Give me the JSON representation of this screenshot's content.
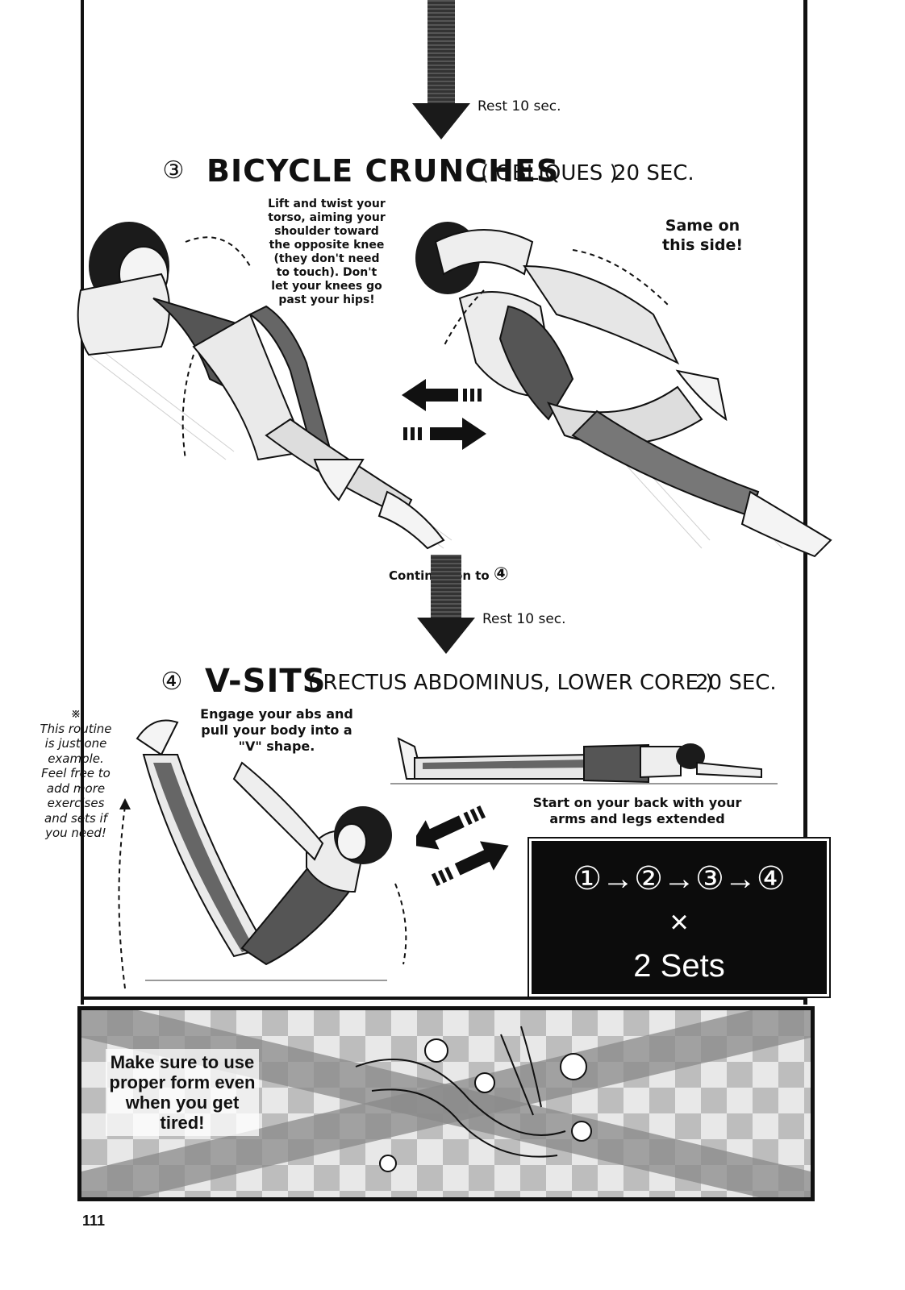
{
  "section3": {
    "rest_label": "Rest 10 sec.",
    "number": "③",
    "title": "Bicycle crunches",
    "muscles": "( OBLIQUES )",
    "duration": "20 SEC.",
    "tip_left": "Lift and twist your torso, aiming your shoulder toward the opposite knee (they don't need to touch). Don't let your knees go past your hips!",
    "tip_right": "Same on this side!"
  },
  "transition": {
    "continue_label": "Continue on to",
    "continue_num": "④",
    "rest_label": "Rest 10 sec."
  },
  "section4": {
    "number": "④",
    "title": "V-sits",
    "muscles": "( RECTUS ABDOMINUS, LOWER CORE )",
    "duration": "20 SEC.",
    "tip_engage": "Engage your abs and pull your body into a \"V\" shape.",
    "tip_start": "Start on your back with your arms and legs extended"
  },
  "side_note": {
    "mark": "※",
    "text": "This routine is just one example. Feel free to add more exercises and sets if you need!"
  },
  "sets_box": {
    "sequence": "①→②→③→④",
    "times": "×",
    "sets": "2 Sets"
  },
  "bottom_panel": {
    "caption": "Make sure to use proper form even when you get tired!"
  },
  "page_number": "111"
}
